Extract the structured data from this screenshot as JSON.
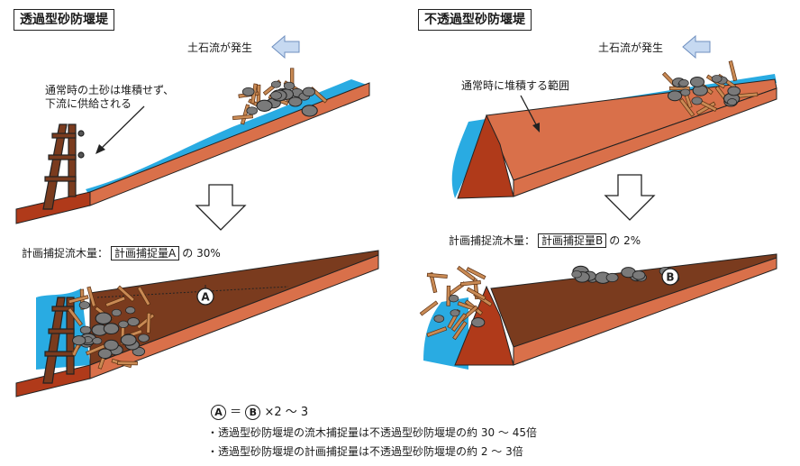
{
  "left_panel": {
    "title": "透過型砂防堰堤",
    "debris_flow_label": "土石流が発生",
    "normal_note_line1": "通常時の土砂は堆積せず、",
    "normal_note_line2": "下流に供給される",
    "capture_label": "計画捕捉流木量：",
    "capture_boxed": "計画捕捉量",
    "capture_marker": "A",
    "capture_suffix": "の 30%",
    "marker_in_scene": "A"
  },
  "right_panel": {
    "title": "不透過型砂防堰堤",
    "debris_flow_label": "土石流が発生",
    "normal_note": "通常時に堆積する範囲",
    "capture_label": "計画捕捉流木量：",
    "capture_boxed": "計画捕捉量",
    "capture_marker": "B",
    "capture_suffix": "の 2%",
    "marker_in_scene": "B"
  },
  "footer": {
    "formula_a": "A",
    "formula_eq": "＝",
    "formula_b": "B",
    "formula_tail": "×2 ～ 3",
    "note1": "・透過型砂防堰堤の流木捕捉量は不透過型砂防堰堤の約 30 ～ 45倍",
    "note2": "・透過型砂防堰堤の計画捕捉量は不透過型砂防堰堤の約 2 ～ 3倍"
  },
  "colors": {
    "water": "#29abe2",
    "slope_face": "#d9704a",
    "slope_dark": "#b03a1a",
    "sediment": "#7a3b1e",
    "rock": "#7a7a7a",
    "wood": "#c98a54",
    "arrow_fill": "#c6d9f1"
  },
  "icons": {
    "flow_arrow": "arrow-left-icon",
    "down_arrow": "arrow-down-icon"
  }
}
